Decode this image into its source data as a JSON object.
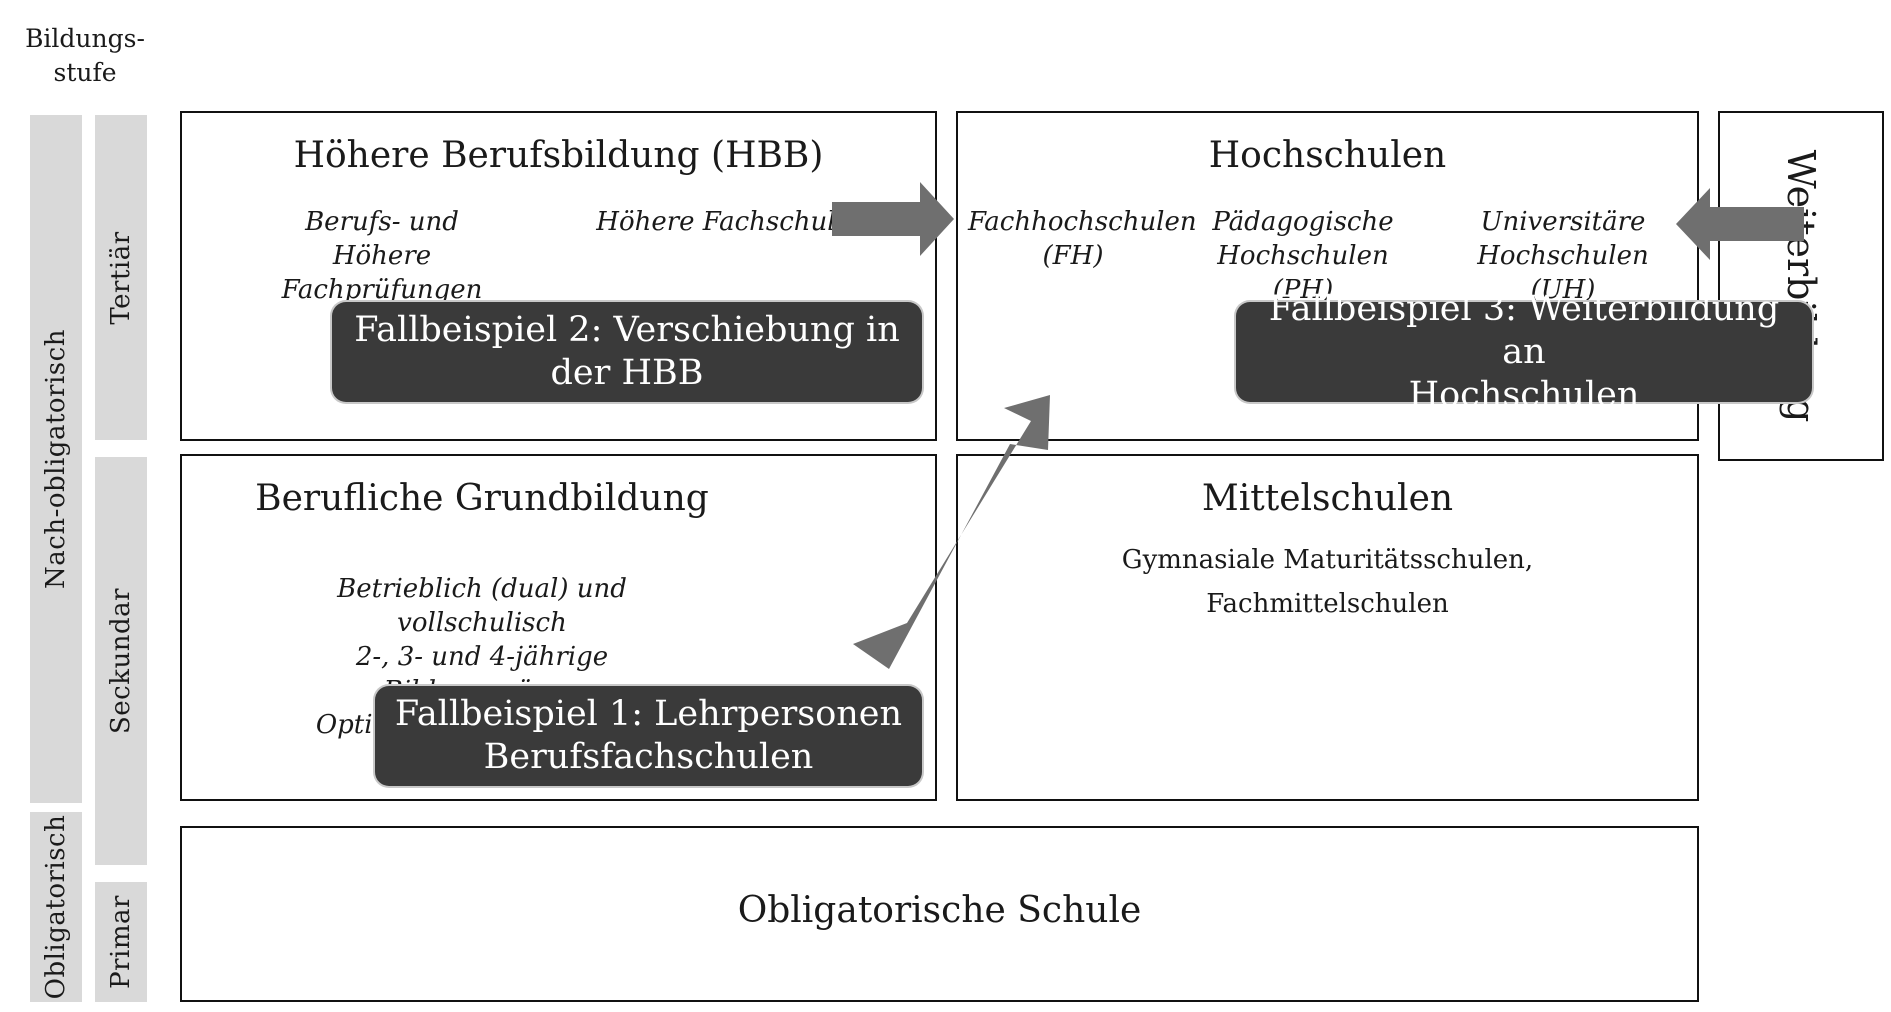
{
  "header": {
    "education_level_label": "Bildungs-\nstufe"
  },
  "sidebar": {
    "outer": [
      {
        "label": "Nach-obligatorisch"
      },
      {
        "label": "Obligatorisch"
      }
    ],
    "inner": [
      {
        "label": "Tertiär"
      },
      {
        "label": "Seckundar"
      },
      {
        "label": "Primar"
      }
    ]
  },
  "boxes": {
    "hbb": {
      "title": "Höhere Berufsbildung (HBB)",
      "items": [
        "Berufs- und\nHöhere Fachprüfungen",
        "Höhere Fachschulen"
      ]
    },
    "hochschulen": {
      "title": "Hochschulen",
      "items": [
        "Fachhochschulen\n(FH)",
        "Pädagogische\nHochschulen (PH)",
        "Universitäre\nHochschulen (UH)"
      ]
    },
    "grundbildung": {
      "title": "Berufliche Grundbildung",
      "description": "Betrieblich (dual) und vollschulisch\n2-, 3- und 4-jährige Bildungsgänge\nOptional Berufsmaturität"
    },
    "mittelschulen": {
      "title": "Mittelschulen",
      "description": "Gymnasiale Maturitätsschulen,\nFachmittelschulen"
    },
    "obligatorisch": {
      "title": "Obligatorische Schule"
    },
    "weiterbildung": {
      "title": "Weiterbildung"
    }
  },
  "case_studies": [
    {
      "label": "Fallbeispiel 1: Lehrpersonen\nBerufsfachschulen"
    },
    {
      "label": "Fallbeispiel 2: Verschiebung in\nder HBB"
    },
    {
      "label": "Fallbeispiel 3: Weiterbildung an\nHochschulen"
    }
  ],
  "colors": {
    "sidebar_fill": "#d9d9d9",
    "case_fill": "#3a3a3a",
    "arrow_fill": "#6f6f6f",
    "box_border": "#111111"
  }
}
